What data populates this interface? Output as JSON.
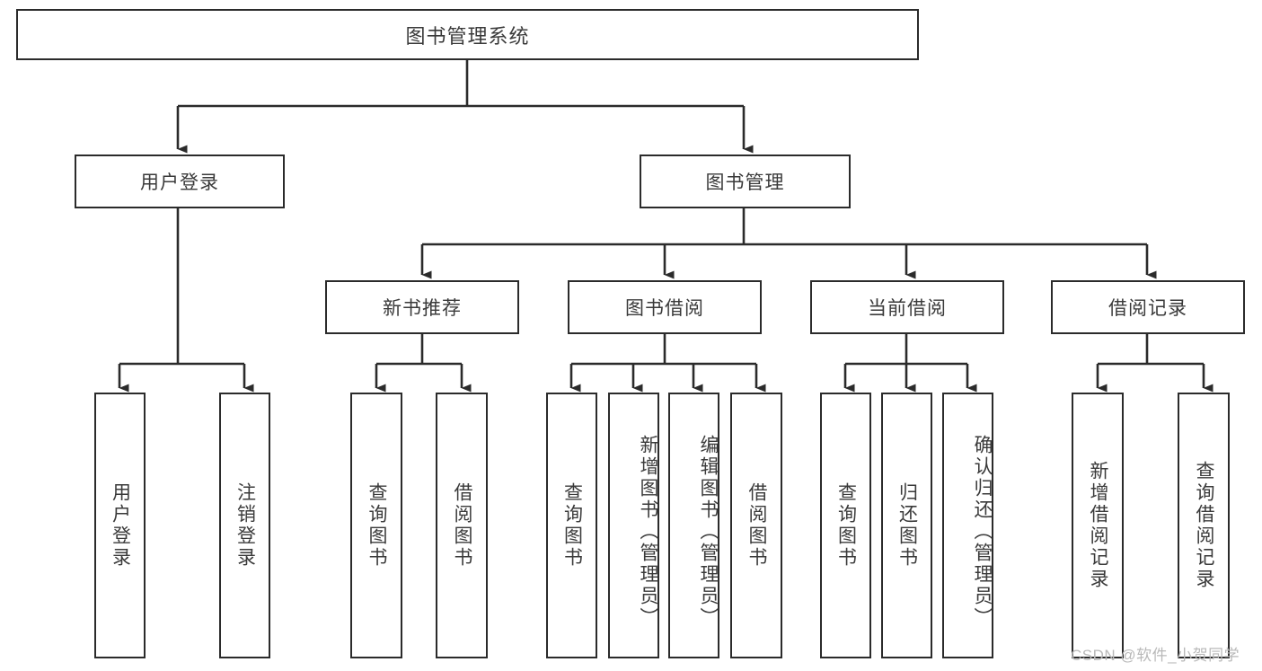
{
  "diagram": {
    "type": "tree",
    "title": "图书管理系统",
    "root": {
      "label": "图书管理系统"
    },
    "level2": [
      {
        "label": "用户登录"
      },
      {
        "label": "图书管理"
      }
    ],
    "level3": [
      {
        "label": "新书推荐"
      },
      {
        "label": "图书借阅"
      },
      {
        "label": "当前借阅"
      },
      {
        "label": "借阅记录"
      }
    ],
    "leaves": {
      "user_login": [
        {
          "label": "用户登录"
        },
        {
          "label": "注销登录"
        }
      ],
      "new_book_recommend": [
        {
          "label": "查询图书"
        },
        {
          "label": "借阅图书"
        }
      ],
      "book_borrow": [
        {
          "label": "查询图书"
        },
        {
          "label": "新增图书（管理员）"
        },
        {
          "label": "编辑图书（管理员）"
        },
        {
          "label": "借阅图书"
        }
      ],
      "current_borrow": [
        {
          "label": "查询图书"
        },
        {
          "label": "归还图书"
        },
        {
          "label": "确认归还（管理员）"
        }
      ],
      "borrow_record": [
        {
          "label": "新增借阅记录"
        },
        {
          "label": "查询借阅记录"
        }
      ]
    },
    "watermark": "CSDN @软件_小贺同学",
    "colors": {
      "stroke": "#2b2b2b",
      "fill": "#ffffff",
      "text": "#3a3a3a",
      "watermark": "#b9b9b9"
    }
  }
}
